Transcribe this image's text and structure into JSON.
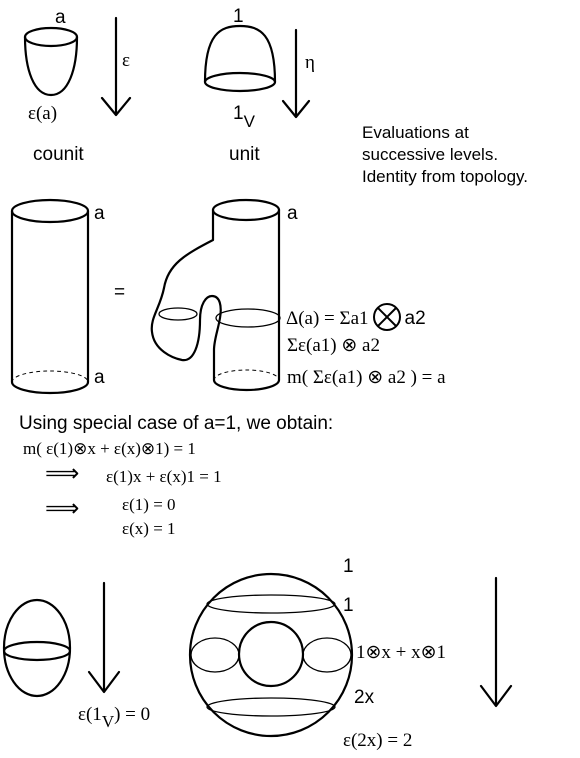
{
  "top": {
    "counit_top_label": "a",
    "counit_arrow_label": "ε",
    "counit_result": "ε(a)",
    "counit_caption": "counit",
    "unit_top_label": "1",
    "unit_arrow_label": "η",
    "unit_result_base": "1",
    "unit_result_sub": "V",
    "unit_caption": "unit",
    "note_lines": [
      "Evaluations at",
      "successive levels.",
      "Identity from topology."
    ]
  },
  "identity": {
    "left_top_label": "a",
    "left_bottom_label": "a",
    "equals": "=",
    "right_top_label": "a",
    "coproduct_prefix": "Δ(a) = Σa1",
    "coproduct_suffix": "a2",
    "level2": "Σε(a1) ⊗ a2",
    "level3": "m( Σε(a1) ⊗ a2 ) = a"
  },
  "derivation": {
    "intro": "Using special case of a=1, we obtain:",
    "line1": "m( ε(1)⊗x + ε(x)⊗1)  = 1",
    "implies": "⟹",
    "line2": "ε(1)x + ε(x)1 = 1",
    "line3": "ε(1) = 0",
    "line4": "ε(x) = 1"
  },
  "bottom": {
    "sphere_result_prefix": "ε(1",
    "sphere_result_sub": "V",
    "sphere_result_suffix": ") = 0",
    "torus_top1": "1",
    "torus_top2": "1",
    "torus_mid": "1⊗x + x⊗1",
    "torus_low": "2x",
    "torus_result": "ε(2x) = 2"
  }
}
